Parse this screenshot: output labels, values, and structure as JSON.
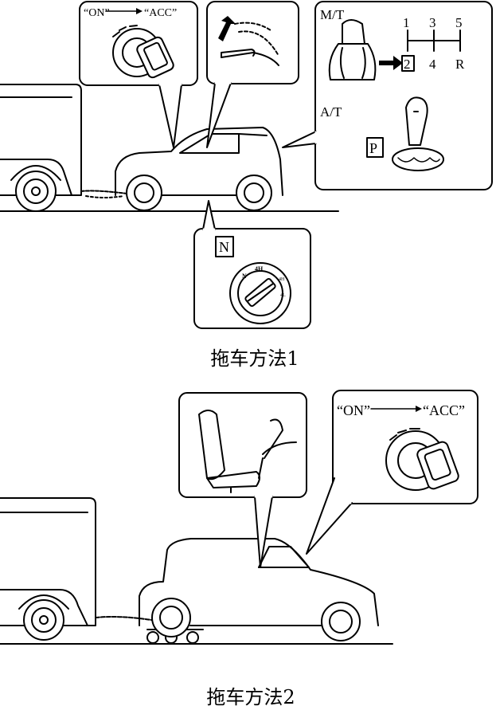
{
  "figure1": {
    "caption": "拖车方法1",
    "ignition_callout": {
      "from": "“ON”",
      "to": "“ACC”"
    },
    "transmission_callout": {
      "manual_label": "M/T",
      "gear_top": [
        "1",
        "3",
        "5"
      ],
      "gear_bottom": [
        "2",
        "4",
        "R"
      ],
      "highlighted_gear": "2",
      "automatic_label": "A/T",
      "automatic_position": "P"
    },
    "transfer_callout": {
      "position": "N",
      "dial_labels": [
        "N",
        "4H",
        "4H",
        "4L"
      ]
    }
  },
  "figure2": {
    "caption": "拖车方法2",
    "ignition_callout": {
      "from": "“ON”",
      "to": "“ACC”"
    }
  }
}
